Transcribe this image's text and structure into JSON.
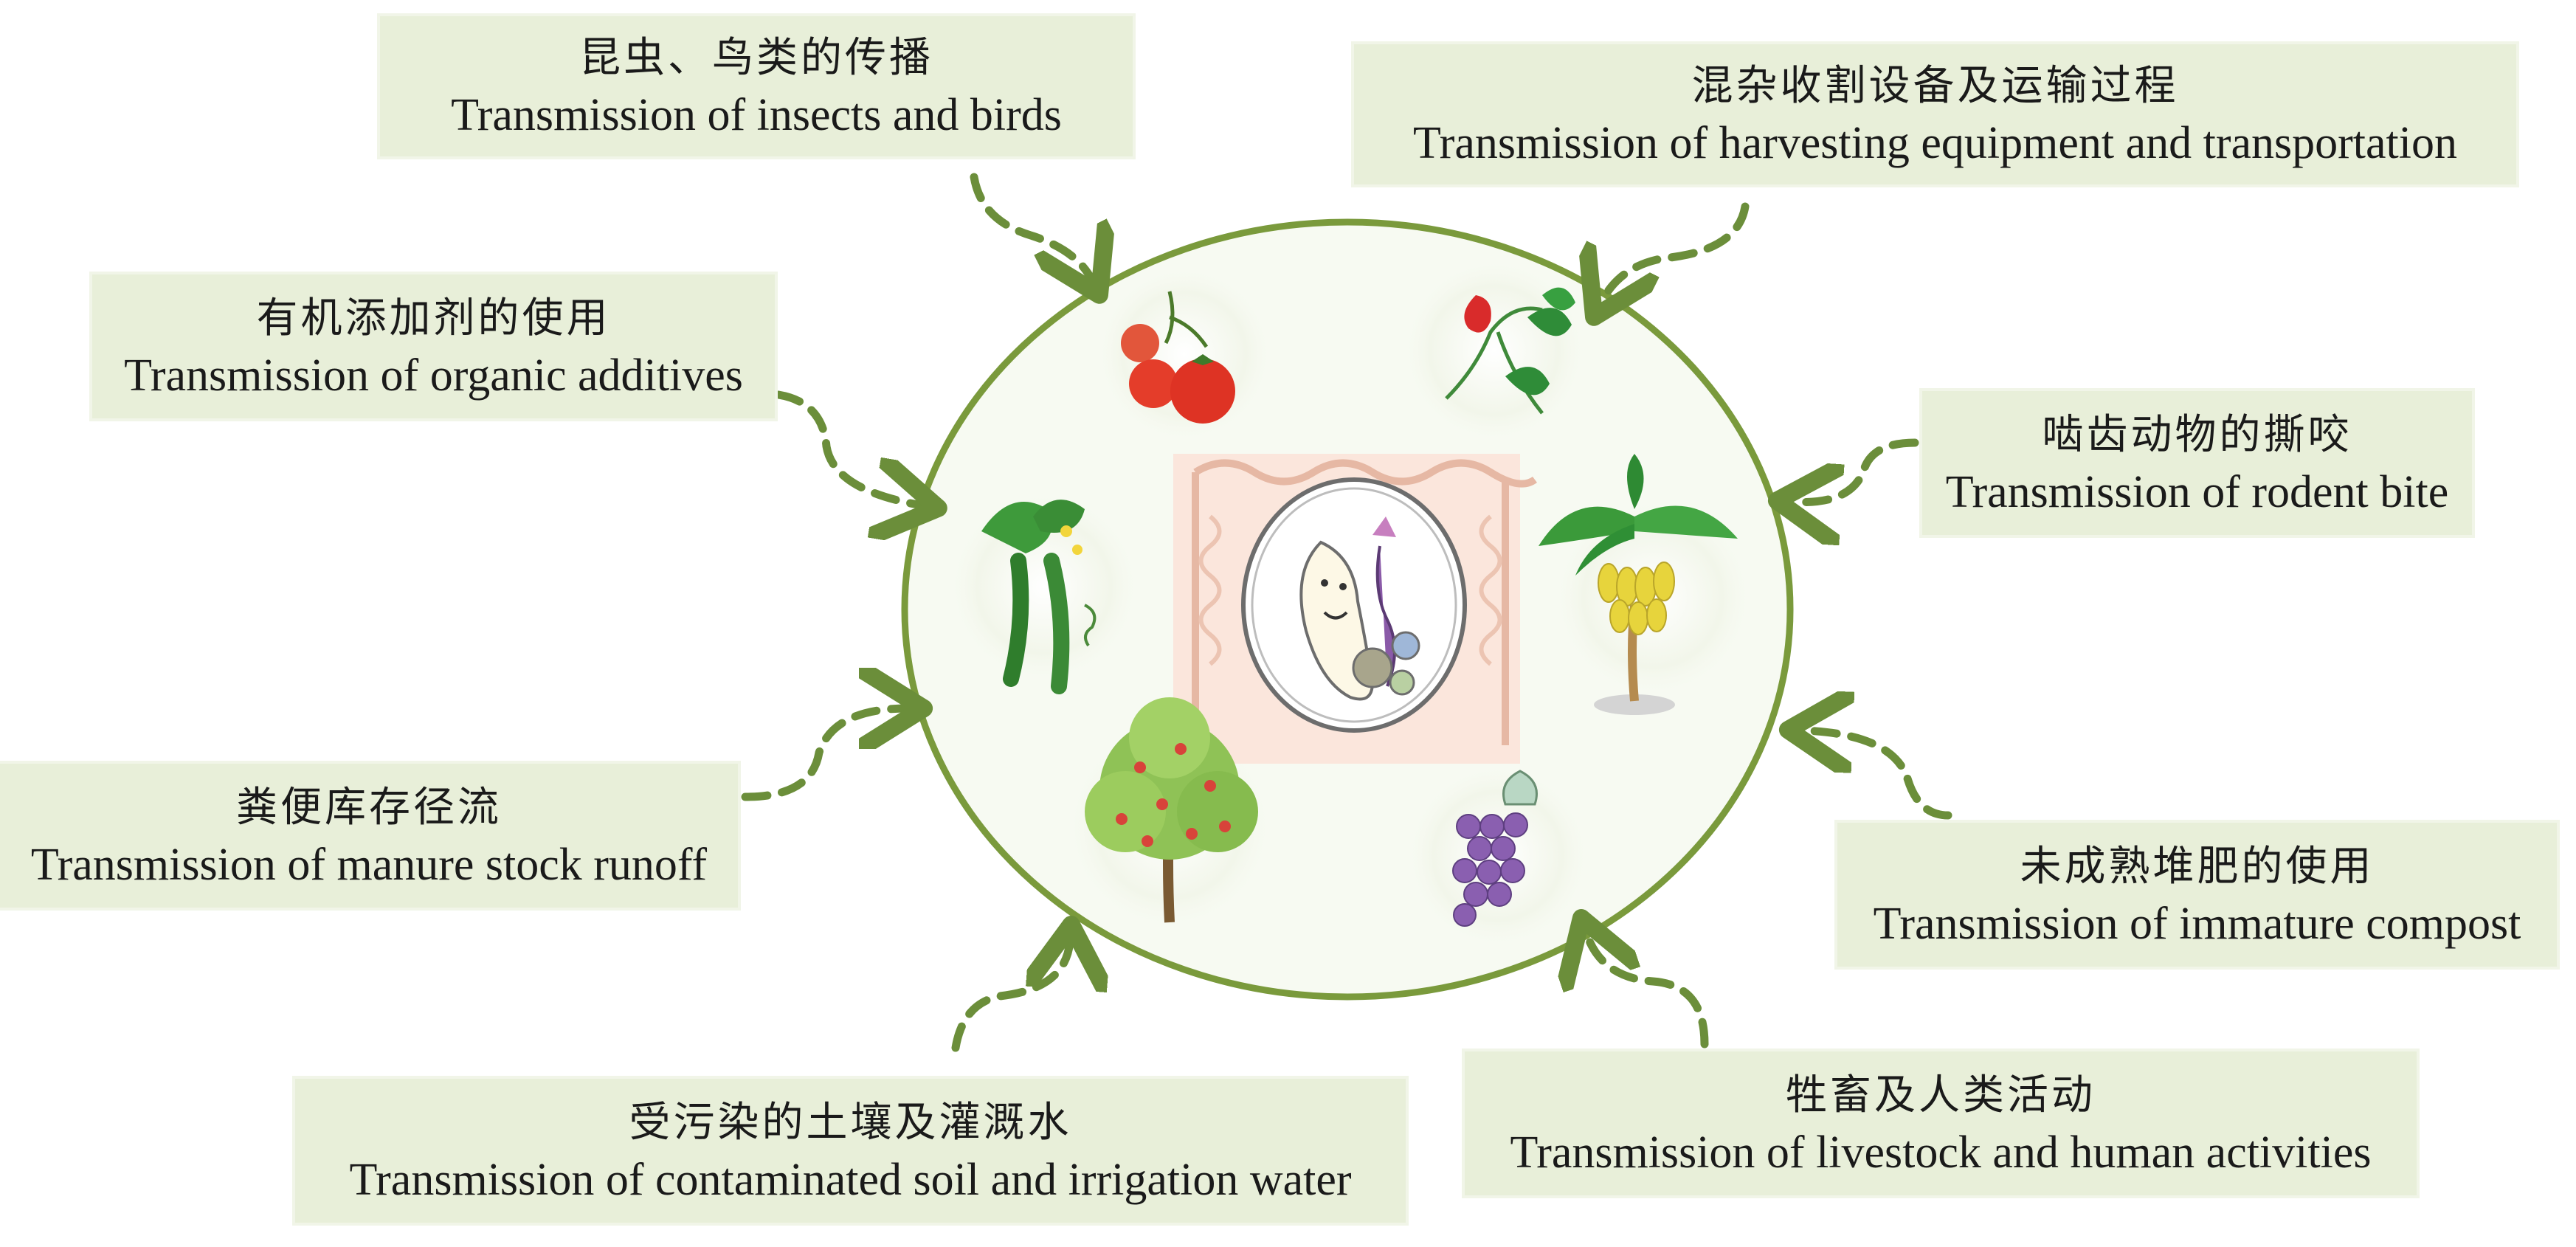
{
  "nodes": [
    {
      "id": "insects_birds",
      "cn": "昆虫、鸟类的传播",
      "en": "Transmission of insects and birds"
    },
    {
      "id": "harvesting",
      "cn": "混杂收割设备及运输过程",
      "en": "Transmission of harvesting equipment and transportation"
    },
    {
      "id": "organic_additives",
      "cn": "有机添加剂的使用",
      "en": "Transmission of organic additives"
    },
    {
      "id": "rodent_bite",
      "cn": "啮齿动物的撕咬",
      "en": "Transmission of rodent bite"
    },
    {
      "id": "manure_runoff",
      "cn": "粪便库存径流",
      "en": "Transmission of manure stock runoff"
    },
    {
      "id": "immature_compost",
      "cn": "未成熟堆肥的使用",
      "en": "Transmission of immature compost"
    },
    {
      "id": "soil_water",
      "cn": "受污染的土壤及灌溉水",
      "en": "Transmission of contaminated soil and irrigation water"
    },
    {
      "id": "livestock_human",
      "cn": "牲畜及人类活动",
      "en": "Transmission of livestock and human activities"
    }
  ],
  "center": {
    "illustrations": [
      "tomato",
      "strawberry",
      "cucumber",
      "banana",
      "apple-tree",
      "grape",
      "intestine-bacteria"
    ]
  },
  "colors": {
    "box": "#e8efd9",
    "arrow": "#6b8e3a",
    "circle": "#7a9a3c",
    "circle_fill": "#f7faf2"
  }
}
